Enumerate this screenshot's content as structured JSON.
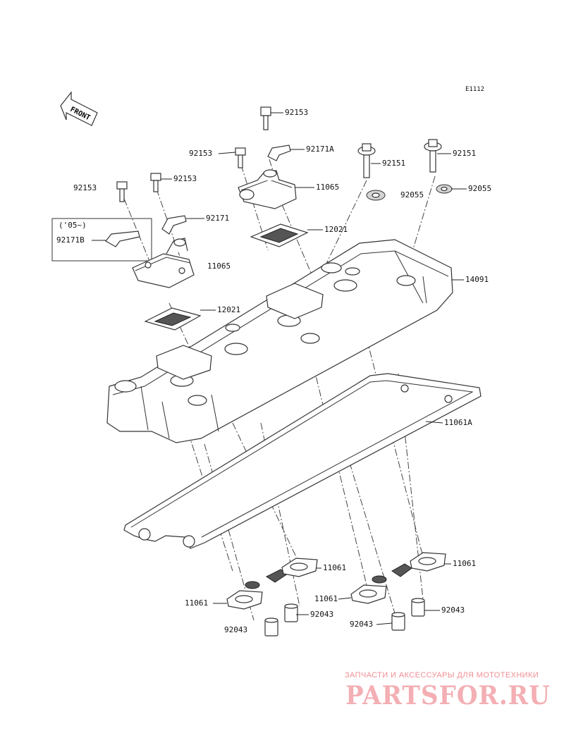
{
  "diagram_code": "E1112",
  "front_label": "FRONT",
  "inset_label": "('05~)",
  "labels": {
    "p92153_a": "92153",
    "p92153_b": "92153",
    "p92153_c": "92153",
    "p92153_d": "92153",
    "p92171A": "92171A",
    "p92171": "92171",
    "p92171B": "92171B",
    "p11065_a": "11065",
    "p11065_b": "11065",
    "p12021_a": "12021",
    "p12021_b": "12021",
    "p92151_a": "92151",
    "p92151_b": "92151",
    "p92055_a": "92055",
    "p92055_b": "92055",
    "p14091": "14091",
    "p11061A": "11061A",
    "p11061_a": "11061",
    "p11061_b": "11061",
    "p11061_c": "11061",
    "p11061_d": "11061",
    "p92043_a": "92043",
    "p92043_b": "92043",
    "p92043_c": "92043",
    "p92043_d": "92043"
  },
  "watermark": {
    "tagline": "ЗАПЧАСТИ И АКСЕССУАРЫ ДЛЯ МОТОТЕХНИКИ",
    "logo": "PARTSFOR.RU",
    "color": "#ea6e76"
  }
}
